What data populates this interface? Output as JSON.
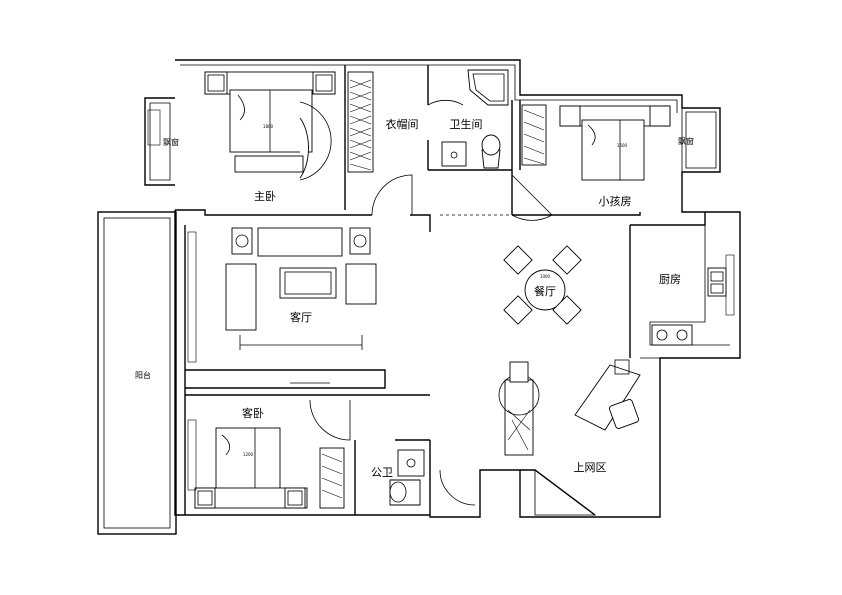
{
  "rooms": {
    "master_bedroom": "主卧",
    "walk_in_closet": "衣帽间",
    "bathroom": "卫生间",
    "kids_room": "小孩房",
    "bay_window_left": "飘窗",
    "bay_window_right": "飘窗",
    "living_room": "客厅",
    "dining_room": "餐厅",
    "kitchen": "厨房",
    "guest_bedroom": "客卧",
    "public_bathroom": "公卫",
    "internet_area": "上网区",
    "balcony": "阳台"
  },
  "bed_dims": {
    "master_width": "1800",
    "kids_width": "1500",
    "guest_width": "1200",
    "dining_table": "1000"
  }
}
